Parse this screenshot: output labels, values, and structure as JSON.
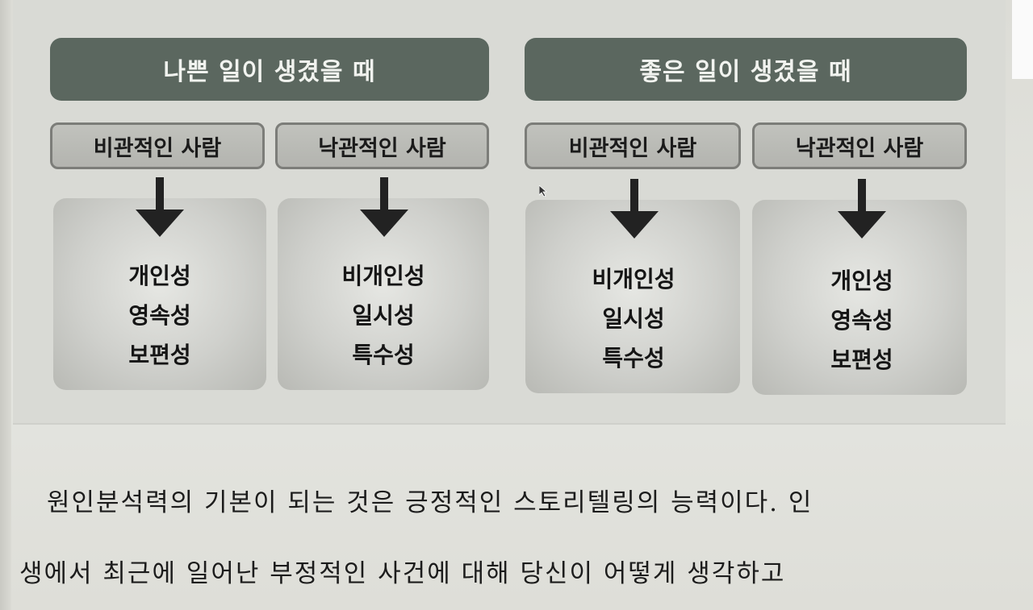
{
  "diagram": {
    "groups": [
      {
        "header": "나쁜 일이 생겼을 때",
        "columns": [
          {
            "person": "비관적인 사람",
            "traits": [
              "개인성",
              "영속성",
              "보편성"
            ]
          },
          {
            "person": "낙관적인 사람",
            "traits": [
              "비개인성",
              "일시성",
              "특수성"
            ]
          }
        ]
      },
      {
        "header": "좋은 일이 생겼을 때",
        "columns": [
          {
            "person": "비관적인 사람",
            "traits": [
              "비개인성",
              "일시성",
              "특수성"
            ]
          },
          {
            "person": "낙관적인 사람",
            "traits": [
              "개인성",
              "영속성",
              "보편성"
            ]
          }
        ]
      }
    ],
    "colors": {
      "header_bg": "#5b675f",
      "header_text": "#f1f3ef",
      "person_border": "#7c7d79",
      "arrow": "#222222"
    }
  },
  "body": {
    "lines": [
      "원인분석력의 기본이 되는 것은 긍정적인 스토리텔링의 능력이다. 인",
      "생에서 최근에 일어난 부정적인 사건에 대해 당신이 어떻게 생각하고"
    ]
  }
}
